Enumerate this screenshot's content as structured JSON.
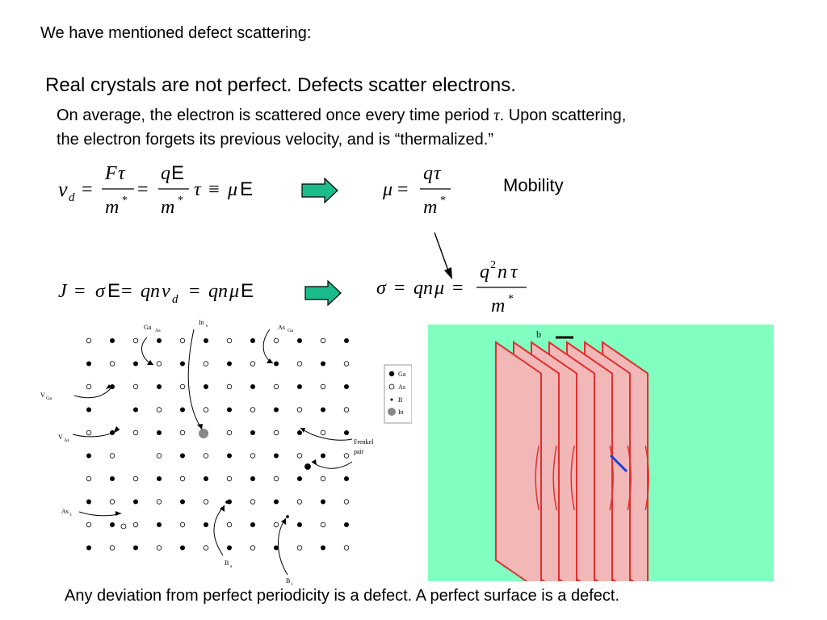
{
  "intro": "We have mentioned defect scattering:",
  "heading": "Real crystals are not perfect.  Defects scatter electrons.",
  "body": {
    "line1_a": "On average, the electron is scattered once every time period ",
    "tau": "τ",
    "line1_b": ".  Upon scattering,",
    "line2": "the electron forgets its previous velocity, and is “thermalized.”"
  },
  "equations": {
    "drift": {
      "v": "v",
      "d": "d",
      "eq": "=",
      "F": "F",
      "tau": "τ",
      "m": "m",
      "star": "*",
      "q": "q",
      "E": "E",
      "equiv": "≡",
      "mu": "μ"
    },
    "mobility_label": "Mobility",
    "current": {
      "J": "J",
      "sigma": "σ",
      "qn": "qn",
      "v": "v",
      "d": "d",
      "mu": "μ",
      "E": "E"
    },
    "conductivity": {
      "sigma": "σ",
      "qn": "qn",
      "mu": "μ",
      "q": "q",
      "two": "2",
      "n": "n",
      "tau": "τ",
      "m": "m",
      "star": "*"
    }
  },
  "lattice": {
    "labels": [
      "Ga",
      "As",
      "In",
      "s",
      "As",
      "Ga",
      "V",
      "Ga",
      "V",
      "As",
      "Frenkel",
      "pair",
      "As",
      "i",
      "B",
      "s",
      "B",
      "i"
    ],
    "legend": [
      "Ga",
      "As",
      "B",
      "In"
    ]
  },
  "dislocation": {
    "label": "b"
  },
  "footer": "Any deviation from perfect periodicity is a defect.  A perfect surface is a defect.",
  "colors": {
    "arrow_fill": "#1abc8c",
    "panel_bg": "#80ffc0",
    "plane_fill": "#f2b8b8",
    "plane_edge": "#e03030",
    "burgers": "#2040d0"
  }
}
